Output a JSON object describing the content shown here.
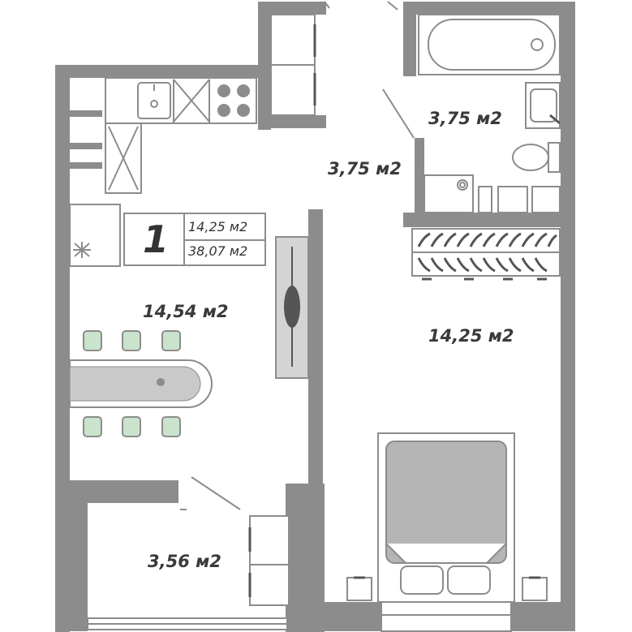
{
  "plan": {
    "room_number": "1",
    "summary": {
      "living_area": "14,25 м2",
      "total_area": "38,07 м2"
    },
    "rooms": {
      "bathroom": "3,75 м2",
      "hallway": "3,75 м2",
      "kitchen_living": "14,54 м2",
      "bedroom": "14,25 м2",
      "balcony": "3,56 м2"
    }
  },
  "colors": {
    "wall": "#8c8c8c",
    "furniture_fill": "#ffffff",
    "bed_fill": "#b5b5b5",
    "chair_fill": "#c9e3cc",
    "text": "#3a3a3a"
  }
}
